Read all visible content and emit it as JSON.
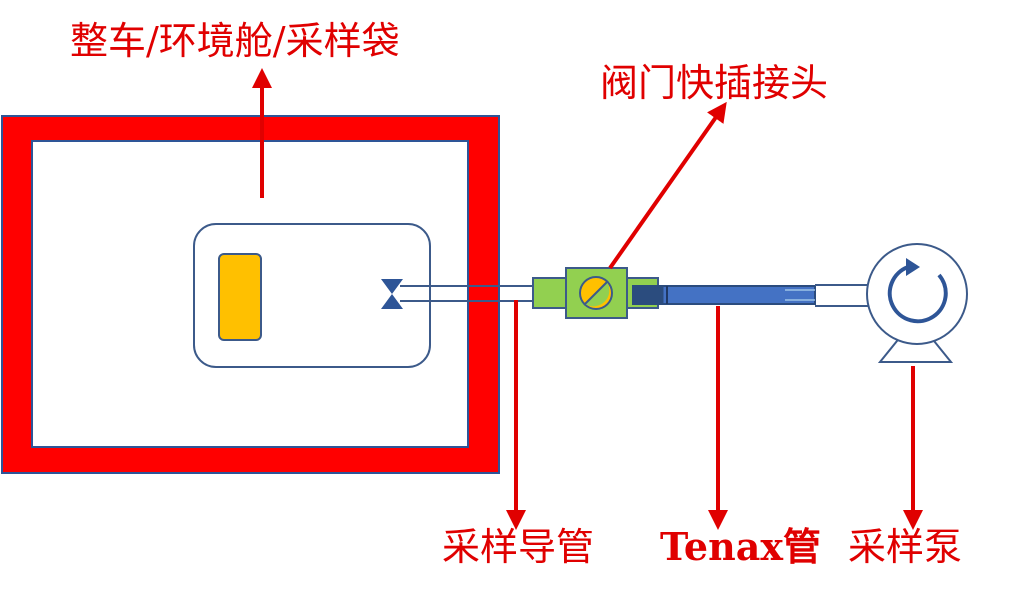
{
  "labels": {
    "chamber": "整车/环境舱/采样袋",
    "valve_connector": "阀门快插接头",
    "sampling_line": "采样导管",
    "tenax_tube": "Tenax管",
    "sampling_pump": "采样泵"
  },
  "colors": {
    "chamber_wall": "#ff0000",
    "chamber_border": "#2e5597",
    "outline": "#3c5a8a",
    "sample_block": "#ffc000",
    "valve_icon": "#2e5597",
    "connector_green": "#92d050",
    "tube_blue": "#4472c4",
    "tube_dark": "#2b4c7e",
    "arrow_red": "#e00000"
  },
  "icons": {
    "valve": "valve-icon",
    "pump": "pump-icon",
    "rotation": "rotation-arrow-icon"
  }
}
